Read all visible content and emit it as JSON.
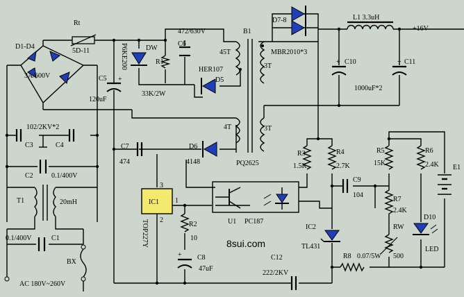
{
  "labels": {
    "rt": "Rt",
    "rt_part": "5D-11",
    "bridge": "D1-D4",
    "bridge_rating": "3A/600V",
    "c5": "C5",
    "c5_val": "120uF",
    "tvs_part": "P6KE200",
    "dw": "DW",
    "r1": "R1",
    "r1_val": "33K/2W",
    "c6": "C6",
    "c6_val": "472/630V",
    "d5": "D5",
    "d5_part": "HER107",
    "b1": "B1",
    "t45": "45T",
    "t3a": "3T",
    "t4": "4T",
    "t3b": "3T",
    "trans_core": "PQ2625",
    "d78": "D7-8",
    "d78_part": "MBR2010*3",
    "l1": "L1  3.3uH",
    "vout": "+16V",
    "c10": "C10",
    "c11": "C11",
    "cout_val": "1000uF*2",
    "c3": "C3",
    "c4": "C4",
    "c34_val": "102/2KV*2",
    "c2": "C2",
    "c2_val": "0.1/400V",
    "t1": "T1",
    "t1_val": "20mH",
    "c1": "C1",
    "c1_val": "0.1/400V",
    "bx": "BX",
    "ac_in": "AC 180V~260V",
    "c7": "C7",
    "c7_val": "474",
    "d6": "D6",
    "d6_part": "4148",
    "ic1": "IC1",
    "ic1_part": "TOP227Y",
    "pin3": "3",
    "pin1": "1",
    "pin2": "2",
    "r2": "R2",
    "r2_val": "10",
    "c8": "C8",
    "c8_val": "47uF",
    "u1": "U1",
    "u1_part": "PC187",
    "r3": "R3",
    "r3_val": "1.5K",
    "r4": "R4",
    "r4_val": "2.7K",
    "c9": "C9",
    "c9_val": "104",
    "ic2": "IC2",
    "ic2_part": "TL431",
    "r5": "R5",
    "r5_val": "15K",
    "r6": "R6",
    "r6_val": "2.4K",
    "r7": "R7",
    "r7_val": "2.4K",
    "rw": "RW",
    "rw_val": "500",
    "d10": "D10",
    "led": "LED",
    "e1": "E1",
    "r8": "R8",
    "r8_val": "0.07/5W",
    "c12": "C12",
    "c12_val": "222/2KV",
    "brand": "8sui.com"
  }
}
